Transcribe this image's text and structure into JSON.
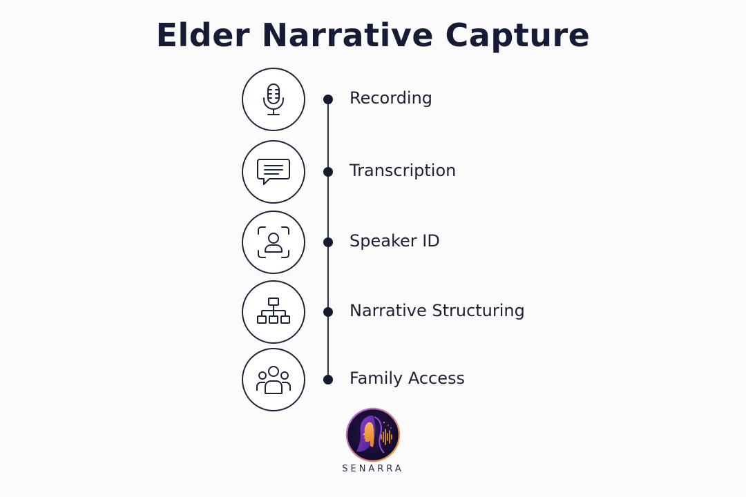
{
  "title": "Elder Narrative Capture",
  "steps": [
    {
      "label": "Recording",
      "icon": "microphone-icon"
    },
    {
      "label": "Transcription",
      "icon": "chat-bubble-icon"
    },
    {
      "label": "Speaker ID",
      "icon": "face-scan-icon"
    },
    {
      "label": "Narrative Structuring",
      "icon": "hierarchy-icon"
    },
    {
      "label": "Family Access",
      "icon": "group-icon"
    }
  ],
  "brand": {
    "name": "SENARRA",
    "logo_icon": "woman-profile-soundwave-logo"
  },
  "colors": {
    "text": "#141a30",
    "logo_purple": "#6a2fb0",
    "logo_orange": "#f0a030"
  }
}
